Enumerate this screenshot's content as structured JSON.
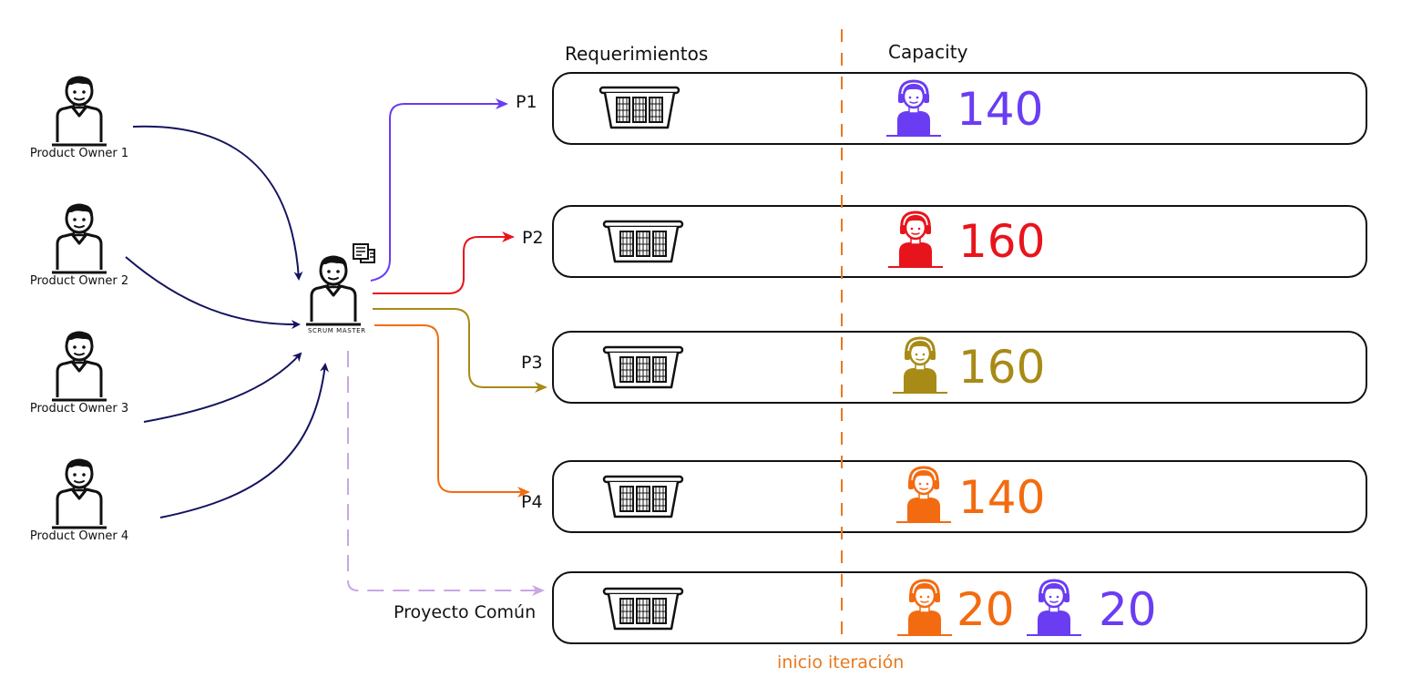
{
  "headers": {
    "requerimientos": "Requerimientos",
    "capacity": "Capacity"
  },
  "product_owners": [
    {
      "label": "Product Owner 1"
    },
    {
      "label": "Product Owner 2"
    },
    {
      "label": "Product Owner 3"
    },
    {
      "label": "Product Owner 4"
    }
  ],
  "scrum_master": {
    "label": "SCRUM MASTER"
  },
  "projects": [
    {
      "label": "P1",
      "members": [
        {
          "color": "#6a3cf2",
          "capacity": "140"
        }
      ]
    },
    {
      "label": "P2",
      "members": [
        {
          "color": "#e8141c",
          "capacity": "160"
        }
      ]
    },
    {
      "label": "P3",
      "members": [
        {
          "color": "#a88a16",
          "capacity": "160"
        }
      ]
    },
    {
      "label": "P4",
      "members": [
        {
          "color": "#f36b10",
          "capacity": "140"
        }
      ]
    },
    {
      "label": "Proyecto Común",
      "members": [
        {
          "color": "#f36b10",
          "capacity": "20"
        },
        {
          "color": "#6a3cf2",
          "capacity": "20"
        }
      ]
    }
  ],
  "iteration_marker": {
    "label": "inicio iteración",
    "color": "#e8781e"
  },
  "colors": {
    "owner_arrows": "#13135e",
    "common_project_arrow": "#c9a6e6",
    "outline": "#111111"
  },
  "icons": [
    "person-icon",
    "scrum-master-icon",
    "document-icon",
    "basket-icon",
    "headset-person-icon"
  ]
}
